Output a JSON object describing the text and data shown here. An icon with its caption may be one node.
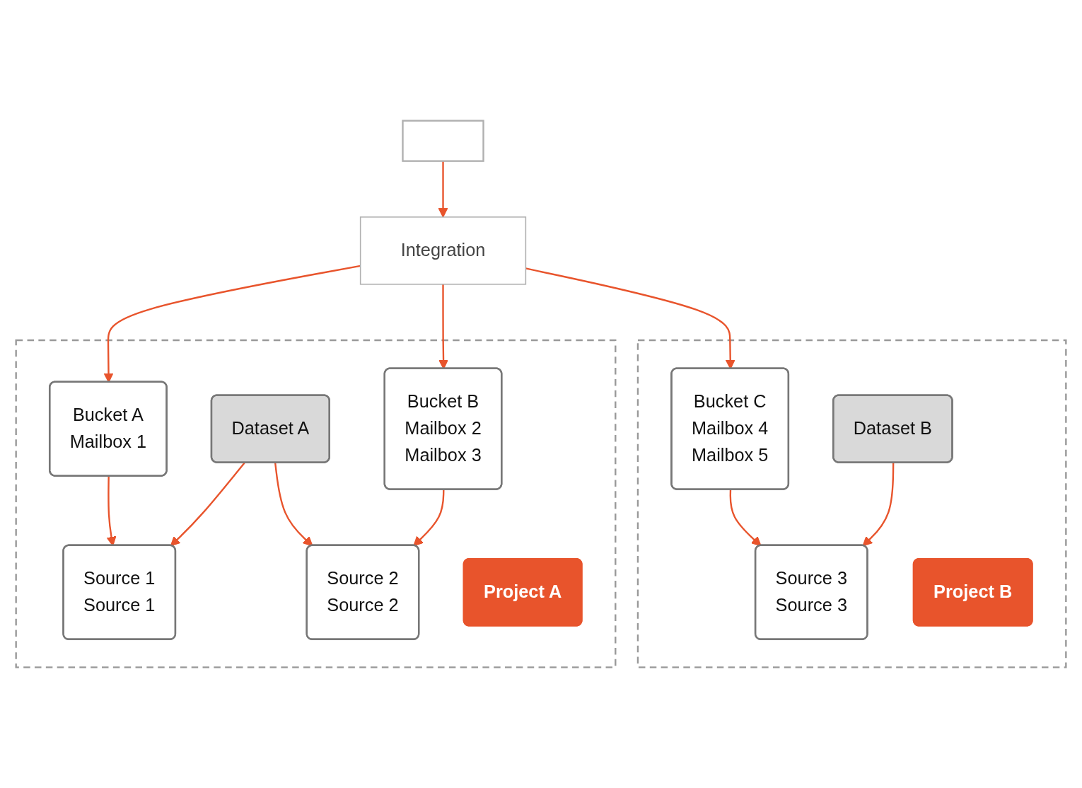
{
  "diagram": {
    "nodes": [
      {
        "text": [],
        "shape": "box"
      },
      {
        "text": [
          "Integration"
        ]
      },
      {
        "text": [],
        "shape": "box"
      },
      {
        "text": [
          "Bucket A",
          "Mailbox 1"
        ],
        "in": 2
      },
      {
        "text": [
          "Bucket B",
          "Mailbox 2",
          "Mailbox 3"
        ],
        "in": 2
      },
      {
        "text": [
          "Source 1",
          "Source 1"
        ],
        "in": 2
      },
      {
        "text": [
          "Source 2",
          "Source 2"
        ],
        "in": 2
      },
      {
        "text": [
          "Dataset A"
        ],
        "in": 2
      },
      {
        "text": [
          "Project A"
        ],
        "in": 2
      },
      {
        "text": [],
        "shape": "box"
      },
      {
        "text": [
          "Bucket C",
          "Mailbox 4",
          "Mailbox 5"
        ],
        "in": 9
      },
      {
        "text": [
          "Source 3",
          "Source 3"
        ],
        "in": 9
      },
      {
        "text": [
          "Dataset B"
        ],
        "in": 9
      },
      {
        "text": [
          "Project B"
        ],
        "in": 9
      }
    ],
    "edges": [
      {
        "from": 0,
        "to": 1,
        "arrow": "to"
      },
      {
        "from": 1,
        "to": 3,
        "arrow": "to"
      },
      {
        "from": 1,
        "to": 4,
        "arrow": "to"
      },
      {
        "from": 1,
        "to": 10,
        "arrow": "to"
      },
      {
        "from": 3,
        "to": 5,
        "arrow": "to"
      },
      {
        "from": 4,
        "to": 6,
        "arrow": "to"
      },
      {
        "from": 7,
        "to": 5,
        "arrow": "to"
      },
      {
        "from": 7,
        "to": 6,
        "arrow": "to"
      },
      {
        "from": 10,
        "to": 11,
        "arrow": "to"
      },
      {
        "from": 12,
        "to": 11,
        "arrow": "to"
      }
    ]
  }
}
